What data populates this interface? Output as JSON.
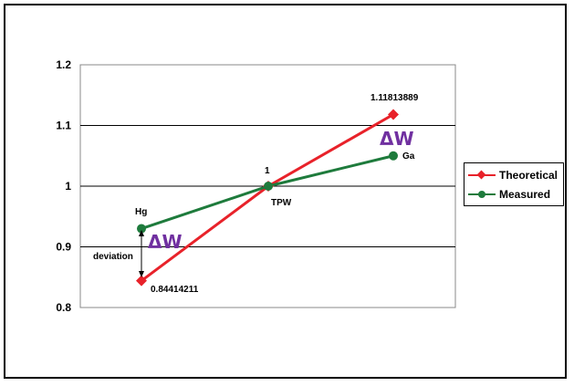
{
  "chart_data": {
    "type": "line",
    "categories": [
      "Hg",
      "TPW",
      "Ga"
    ],
    "ylim": [
      0.8,
      1.2
    ],
    "yticks": [
      "0.8",
      "0.9",
      "1",
      "1.1",
      "1.2"
    ],
    "ytick_values": [
      0.8,
      0.9,
      1.0,
      1.1,
      1.2
    ],
    "grid": true,
    "legend_position": "right",
    "series": [
      {
        "name": "Theoretical",
        "values": [
          0.84414211,
          1.0,
          1.11813889
        ],
        "color": "#e8222a",
        "marker": "diamond"
      },
      {
        "name": "Measured",
        "values": [
          0.93,
          1.0,
          1.05
        ],
        "color": "#1e7b3c",
        "marker": "circle"
      }
    ],
    "annotations": {
      "hg_label": "Hg",
      "tpw_label": "TPW",
      "ga_label": "Ga",
      "one_label": "1",
      "top_value": "1.11813889",
      "bottom_value": "0.84414211",
      "deviation_label": "deviation",
      "delta_w_1": "ΔW",
      "delta_w_2": "ΔW"
    }
  }
}
